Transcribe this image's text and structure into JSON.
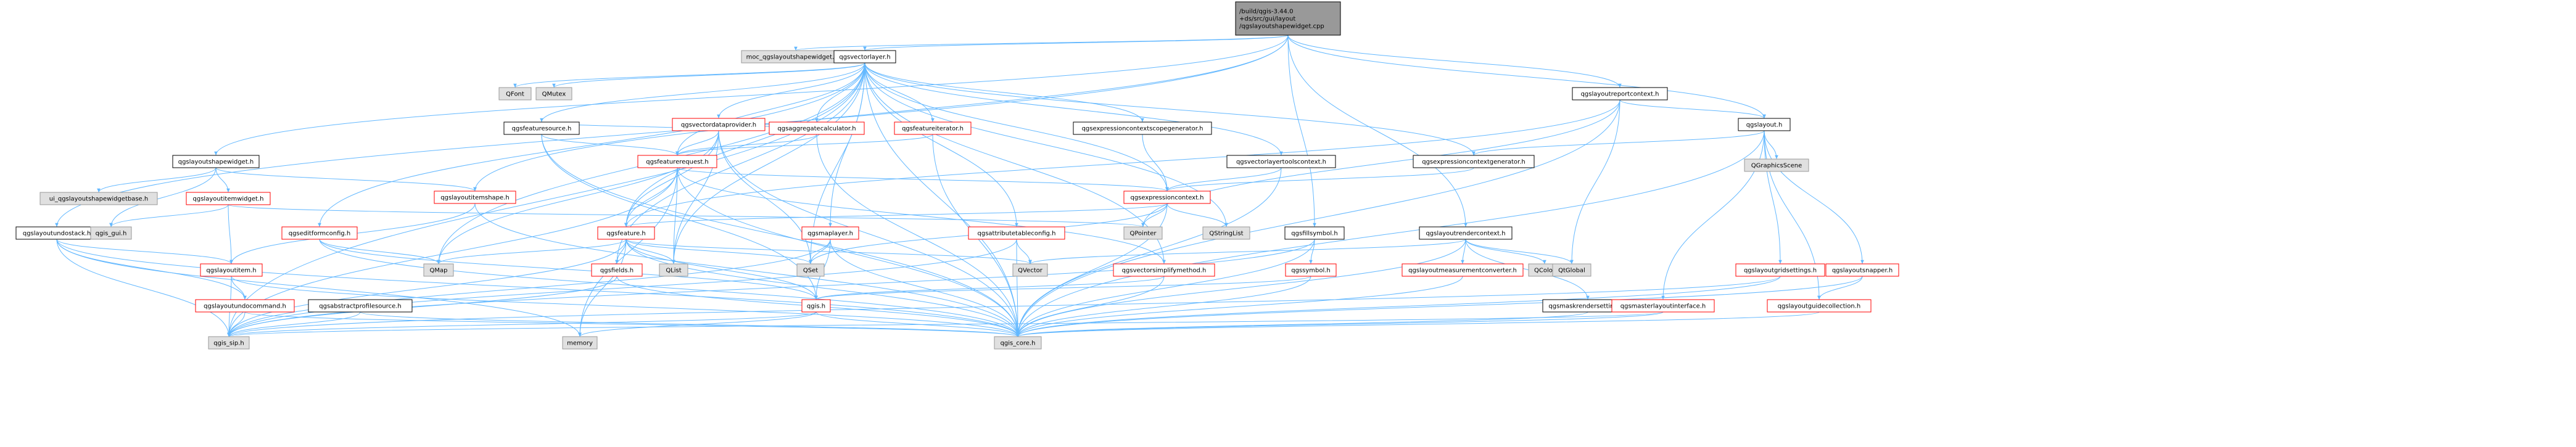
{
  "graph": {
    "colors": {
      "root_fill": "#999999",
      "normal_fill": "#ffffff",
      "normal_border": "#000000",
      "red_border": "#ff0000",
      "external_fill": "#e0e0e0",
      "external_border": "#999999",
      "edge": "#63b8ff"
    },
    "nodes": [
      {
        "id": "root",
        "lines": [
          "/build/qgis-3.44.0",
          "+ds/src/gui/layout",
          "/qgslayoutshapewidget.cpp"
        ],
        "kind": "root"
      },
      {
        "id": "moc",
        "lines": [
          "moc_qgslayoutshapewidget.cpp"
        ],
        "kind": "external"
      },
      {
        "id": "qgsvectorlayer_h",
        "lines": [
          "qgsvectorlayer.h"
        ],
        "kind": "normal"
      },
      {
        "id": "qgslayoutreportcontext_h",
        "lines": [
          "qgslayoutreportcontext.h"
        ],
        "kind": "normal"
      },
      {
        "id": "qgslayout_h",
        "lines": [
          "qgslayout.h"
        ],
        "kind": "normal"
      },
      {
        "id": "QGraphicsScene",
        "lines": [
          "QGraphicsScene"
        ],
        "kind": "external"
      },
      {
        "id": "QFont",
        "lines": [
          "QFont"
        ],
        "kind": "external"
      },
      {
        "id": "QMutex",
        "lines": [
          "QMutex"
        ],
        "kind": "external"
      },
      {
        "id": "qgsvectordataprovider_h",
        "lines": [
          "qgsvectordataprovider.h"
        ],
        "kind": "red"
      },
      {
        "id": "qgsfeaturesource_h",
        "lines": [
          "qgsfeaturesource.h"
        ],
        "kind": "normal"
      },
      {
        "id": "qgsaggregatecalculator_h",
        "lines": [
          "qgsaggregatecalculator.h"
        ],
        "kind": "red"
      },
      {
        "id": "qgsfeatureiterator_h",
        "lines": [
          "qgsfeatureiterator.h"
        ],
        "kind": "red"
      },
      {
        "id": "qgsexpressioncontextscopegenerator_h",
        "lines": [
          "qgsexpressioncontextscopegenerator.h"
        ],
        "kind": "normal"
      },
      {
        "id": "qgsvectorlayertoolscontext_h",
        "lines": [
          "qgsvectorlayertoolscontext.h"
        ],
        "kind": "normal"
      },
      {
        "id": "qgsexpressioncontextgenerator_h",
        "lines": [
          "qgsexpressioncontextgenerator.h"
        ],
        "kind": "normal"
      },
      {
        "id": "qgslayoutshapewidget_h",
        "lines": [
          "qgslayoutshapewidget.h"
        ],
        "kind": "normal"
      },
      {
        "id": "qgsfeaturerequest_h",
        "lines": [
          "qgsfeaturerequest.h"
        ],
        "kind": "red"
      },
      {
        "id": "ui_qgslayoutshapewidgetbase_h",
        "lines": [
          "ui_qgslayoutshapewidgetbase.h"
        ],
        "kind": "external"
      },
      {
        "id": "qgslayoutitemwidget_h",
        "lines": [
          "qgslayoutitemwidget.h"
        ],
        "kind": "red"
      },
      {
        "id": "qgslayoutitemshape_h",
        "lines": [
          "qgslayoutitemshape.h"
        ],
        "kind": "red"
      },
      {
        "id": "qgsexpressioncontext_h",
        "lines": [
          "qgsexpressioncontext.h"
        ],
        "kind": "red"
      },
      {
        "id": "qgslayoutundostack_h",
        "lines": [
          "qgslayoutundostack.h"
        ],
        "kind": "normal"
      },
      {
        "id": "qgs_gui_h",
        "lines": [
          "qgis_gui.h"
        ],
        "kind": "external"
      },
      {
        "id": "qgseditformconfig_h",
        "lines": [
          "qgseditformconfig.h"
        ],
        "kind": "red"
      },
      {
        "id": "qgsfeature_h",
        "lines": [
          "qgsfeature.h"
        ],
        "kind": "red"
      },
      {
        "id": "qgsmaplayer_h",
        "lines": [
          "qgsmaplayer.h"
        ],
        "kind": "red"
      },
      {
        "id": "qgsattributetableconfig_h",
        "lines": [
          "qgsattributetableconfig.h"
        ],
        "kind": "red"
      },
      {
        "id": "QPointer",
        "lines": [
          "QPointer"
        ],
        "kind": "external"
      },
      {
        "id": "QStringList",
        "lines": [
          "QStringList"
        ],
        "kind": "external"
      },
      {
        "id": "qgsfillsymbol_h",
        "lines": [
          "qgsfillsymbol.h"
        ],
        "kind": "normal"
      },
      {
        "id": "qgslayoutrendercontext_h",
        "lines": [
          "qgslayoutrendercontext.h"
        ],
        "kind": "normal"
      },
      {
        "id": "QColor",
        "lines": [
          "QColor"
        ],
        "kind": "external"
      },
      {
        "id": "QtGlobal",
        "lines": [
          "QtGlobal"
        ],
        "kind": "external"
      },
      {
        "id": "QMap",
        "lines": [
          "QMap"
        ],
        "kind": "external"
      },
      {
        "id": "QList",
        "lines": [
          "QList"
        ],
        "kind": "external"
      },
      {
        "id": "QSet",
        "lines": [
          "QSet"
        ],
        "kind": "external"
      },
      {
        "id": "QVector",
        "lines": [
          "QVector"
        ],
        "kind": "external"
      },
      {
        "id": "qgslayoutitem_h",
        "lines": [
          "qgslayoutitem.h"
        ],
        "kind": "red"
      },
      {
        "id": "qgsfields_h",
        "lines": [
          "qgsfields.h"
        ],
        "kind": "red"
      },
      {
        "id": "qgsvectorsimplifymethod_h",
        "lines": [
          "qgsvectorsimplifymethod.h"
        ],
        "kind": "red"
      },
      {
        "id": "qgssymbol_h",
        "lines": [
          "qgssymbol.h"
        ],
        "kind": "red"
      },
      {
        "id": "qgslayoutmeasurementconverter_h",
        "lines": [
          "qgslayoutmeasurementconverter.h"
        ],
        "kind": "red"
      },
      {
        "id": "qgslayoutgridsettings_h",
        "lines": [
          "qgslayoutgridsettings.h"
        ],
        "kind": "red"
      },
      {
        "id": "qgslayoutsnapper_h",
        "lines": [
          "qgslayoutsnapper.h"
        ],
        "kind": "red"
      },
      {
        "id": "qgslayoutundocommand_h",
        "lines": [
          "qgslayoutundocommand.h"
        ],
        "kind": "red"
      },
      {
        "id": "qgsabstractprofilesource_h",
        "lines": [
          "qgsabstractprofilesource.h"
        ],
        "kind": "normal"
      },
      {
        "id": "qgis_h",
        "lines": [
          "qgis.h"
        ],
        "kind": "red"
      },
      {
        "id": "qgsmaskrendersettings_h",
        "lines": [
          "qgsmaskrendersettings.h"
        ],
        "kind": "normal"
      },
      {
        "id": "qgsmasterlayoutinterface_h",
        "lines": [
          "qgsmasterlayoutinterface.h"
        ],
        "kind": "red"
      },
      {
        "id": "qgslayoutguidecollection_h",
        "lines": [
          "qgslayoutguidecollection.h"
        ],
        "kind": "red"
      },
      {
        "id": "qgis_sip_h",
        "lines": [
          "qgis_sip.h"
        ],
        "kind": "external"
      },
      {
        "id": "memory",
        "lines": [
          "memory"
        ],
        "kind": "external"
      },
      {
        "id": "qgis_core_h",
        "lines": [
          "qgis_core.h"
        ],
        "kind": "external"
      }
    ],
    "edges": [
      [
        "root",
        "moc"
      ],
      [
        "root",
        "qgsvectorlayer_h"
      ],
      [
        "root",
        "qgslayoutreportcontext_h"
      ],
      [
        "root",
        "qgslayout_h"
      ],
      [
        "root",
        "qgslayoutshapewidget_h"
      ],
      [
        "root",
        "qgslayoutitemshape_h"
      ],
      [
        "root",
        "qgslayoutundostack_h"
      ],
      [
        "root",
        "qgsfillsymbol_h"
      ],
      [
        "root",
        "qgslayoutrendercontext_h"
      ],
      [
        "qgsvectorlayer_h",
        "QFont"
      ],
      [
        "qgsvectorlayer_h",
        "QMutex"
      ],
      [
        "qgsvectorlayer_h",
        "qgsvectordataprovider_h"
      ],
      [
        "qgsvectorlayer_h",
        "qgsfeaturesource_h"
      ],
      [
        "qgsvectorlayer_h",
        "qgsaggregatecalculator_h"
      ],
      [
        "qgsvectorlayer_h",
        "qgsfeatureiterator_h"
      ],
      [
        "qgsvectorlayer_h",
        "qgsexpressioncontextscopegenerator_h"
      ],
      [
        "qgsvectorlayer_h",
        "qgsvectorlayertoolscontext_h"
      ],
      [
        "qgsvectorlayer_h",
        "qgsexpressioncontextgenerator_h"
      ],
      [
        "qgsvectorlayer_h",
        "qgsfeaturerequest_h"
      ],
      [
        "qgsvectorlayer_h",
        "qgseditformconfig_h"
      ],
      [
        "qgsvectorlayer_h",
        "qgsfeature_h"
      ],
      [
        "qgsvectorlayer_h",
        "qgsmaplayer_h"
      ],
      [
        "qgsvectorlayer_h",
        "qgsattributetableconfig_h"
      ],
      [
        "qgsvectorlayer_h",
        "QStringList"
      ],
      [
        "qgsvectorlayer_h",
        "QMap"
      ],
      [
        "qgsvectorlayer_h",
        "QList"
      ],
      [
        "qgsvectorlayer_h",
        "QSet"
      ],
      [
        "qgsvectorlayer_h",
        "qgsfields_h"
      ],
      [
        "qgsvectorlayer_h",
        "qgsvectorsimplifymethod_h"
      ],
      [
        "qgsvectorlayer_h",
        "qgis_core_h"
      ],
      [
        "qgsvectorlayer_h",
        "qgis_sip_h"
      ],
      [
        "qgsvectorlayer_h",
        "qgsexpressioncontext_h"
      ],
      [
        "qgslayoutreportcontext_h",
        "qgslayout_h"
      ],
      [
        "qgslayoutreportcontext_h",
        "QtGlobal"
      ],
      [
        "qgslayoutreportcontext_h",
        "QPointer"
      ],
      [
        "qgslayoutreportcontext_h",
        "qgsfeature_h"
      ],
      [
        "qgslayoutreportcontext_h",
        "qgis_core_h"
      ],
      [
        "qgslayout_h",
        "QGraphicsScene"
      ],
      [
        "qgslayout_h",
        "qgsexpressioncontextgenerator_h"
      ],
      [
        "qgslayout_h",
        "qgslayoutgridsettings_h"
      ],
      [
        "qgslayout_h",
        "qgslayoutsnapper_h"
      ],
      [
        "qgslayout_h",
        "qgslayoutguidecollection_h"
      ],
      [
        "qgslayout_h",
        "qgsmasterlayoutinterface_h"
      ],
      [
        "qgslayout_h",
        "qgis_core_h"
      ],
      [
        "qgsvectordataprovider_h",
        "qgsfeaturerequest_h"
      ],
      [
        "qgsvectordataprovider_h",
        "qgsaggregatecalculator_h"
      ],
      [
        "qgsvectordataprovider_h",
        "qgsfeature_h"
      ],
      [
        "qgsvectordataprovider_h",
        "QSet"
      ],
      [
        "qgsvectordataprovider_h",
        "QMap"
      ],
      [
        "qgsvectordataprovider_h",
        "QList"
      ],
      [
        "qgsvectordataprovider_h",
        "qgis_core_h"
      ],
      [
        "qgsvectordataprovider_h",
        "qgsfeaturesource_h"
      ],
      [
        "qgsfeaturesource_h",
        "qgsfeaturerequest_h"
      ],
      [
        "qgsfeaturesource_h",
        "qgis_core_h"
      ],
      [
        "qgsfeaturesource_h",
        "qgis_h"
      ],
      [
        "qgsaggregatecalculator_h",
        "qgsfeaturerequest_h"
      ],
      [
        "qgsaggregatecalculator_h",
        "qgis_core_h"
      ],
      [
        "qgsfeatureiterator_h",
        "qgsfeaturerequest_h"
      ],
      [
        "qgsfeatureiterator_h",
        "qgis_core_h"
      ],
      [
        "qgsexpressioncontextscopegenerator_h",
        "qgsexpressioncontext_h"
      ],
      [
        "qgsvectorlayertoolscontext_h",
        "qgsexpressioncontext_h"
      ],
      [
        "qgsvectorlayertoolscontext_h",
        "qgis_core_h"
      ],
      [
        "qgsexpressioncontextgenerator_h",
        "qgsexpressioncontext_h"
      ],
      [
        "qgslayoutshapewidget_h",
        "ui_qgslayoutshapewidgetbase_h"
      ],
      [
        "qgslayoutshapewidget_h",
        "qgslayoutitemwidget_h"
      ],
      [
        "qgslayoutshapewidget_h",
        "qgslayoutitemshape_h"
      ],
      [
        "qgslayoutshapewidget_h",
        "qgs_gui_h"
      ],
      [
        "qgsfeaturerequest_h",
        "qgsfeature_h"
      ],
      [
        "qgsfeaturerequest_h",
        "qgsexpressioncontext_h"
      ],
      [
        "qgsfeaturerequest_h",
        "QList"
      ],
      [
        "qgsfeaturerequest_h",
        "memory"
      ],
      [
        "qgsfeaturerequest_h",
        "qgis_core_h"
      ],
      [
        "qgsfeaturerequest_h",
        "qgis_sip_h"
      ],
      [
        "qgsfeaturerequest_h",
        "qgsvectorsimplifymethod_h"
      ],
      [
        "qgslayoutitemwidget_h",
        "qgs_gui_h"
      ],
      [
        "qgslayoutitemwidget_h",
        "qgslayoutitem_h"
      ],
      [
        "qgslayoutitemwidget_h",
        "QPointer"
      ],
      [
        "qgslayoutitemshape_h",
        "qgslayoutitem_h"
      ],
      [
        "qgslayoutitemshape_h",
        "qgis_core_h"
      ],
      [
        "qgsexpressioncontext_h",
        "qgsfeature_h"
      ],
      [
        "qgsexpressioncontext_h",
        "QStringList"
      ],
      [
        "qgsexpressioncontext_h",
        "QPointer"
      ],
      [
        "qgsexpressioncontext_h",
        "QSet"
      ],
      [
        "qgsexpressioncontext_h",
        "qgis_core_h"
      ],
      [
        "qgslayoutundostack_h",
        "qgslayoutitem_h"
      ],
      [
        "qgslayoutundostack_h",
        "qgslayoutundocommand_h"
      ],
      [
        "qgslayoutundostack_h",
        "qgis_core_h"
      ],
      [
        "qgslayoutundostack_h",
        "qgis_sip_h"
      ],
      [
        "qgslayoutundostack_h",
        "memory"
      ],
      [
        "qgseditformconfig_h",
        "QMap"
      ],
      [
        "qgseditformconfig_h",
        "qgis_core_h"
      ],
      [
        "qgseditformconfig_h",
        "qgis_h"
      ],
      [
        "qgsfeature_h",
        "QMap"
      ],
      [
        "qgsfeature_h",
        "QList"
      ],
      [
        "qgsfeature_h",
        "QSet"
      ],
      [
        "qgsfeature_h",
        "QVector"
      ],
      [
        "qgsfeature_h",
        "memory"
      ],
      [
        "qgsfeature_h",
        "qgsfields_h"
      ],
      [
        "qgsfeature_h",
        "qgis_core_h"
      ],
      [
        "qgsfeature_h",
        "qgis_sip_h"
      ],
      [
        "qgsfeature_h",
        "qgis_h"
      ],
      [
        "qgsmaplayer_h",
        "QSet"
      ],
      [
        "qgsmaplayer_h",
        "qgis_h"
      ],
      [
        "qgsmaplayer_h",
        "qgis_core_h"
      ],
      [
        "qgsmaplayer_h",
        "qgis_sip_h"
      ],
      [
        "qgsattributetableconfig_h",
        "QVector"
      ],
      [
        "qgsattributetableconfig_h",
        "qgis_core_h"
      ],
      [
        "qgsattributetableconfig_h",
        "qgis_sip_h"
      ],
      [
        "qgsfillsymbol_h",
        "qgssymbol_h"
      ],
      [
        "qgsfillsymbol_h",
        "qgis_core_h"
      ],
      [
        "qgsfillsymbol_h",
        "qgis_sip_h"
      ],
      [
        "qgslayoutrendercontext_h",
        "QColor"
      ],
      [
        "qgslayoutrendercontext_h",
        "QtGlobal"
      ],
      [
        "qgslayoutrendercontext_h",
        "qgslayoutmeasurementconverter_h"
      ],
      [
        "qgslayoutrendercontext_h",
        "qgsmaskrendersettings_h"
      ],
      [
        "qgslayoutrendercontext_h",
        "qgis_core_h"
      ],
      [
        "qgslayoutrendercontext_h",
        "QVector"
      ],
      [
        "qgslayoutitem_h",
        "qgslayoutundocommand_h"
      ],
      [
        "qgslayoutitem_h",
        "qgis_core_h"
      ],
      [
        "qgslayoutitem_h",
        "qgis_sip_h"
      ],
      [
        "qgsfields_h",
        "qgis_core_h"
      ],
      [
        "qgsfields_h",
        "qgis_sip_h"
      ],
      [
        "qgsvectorsimplifymethod_h",
        "qgis_core_h"
      ],
      [
        "qgsvectorsimplifymethod_h",
        "qgis_h"
      ],
      [
        "qgssymbol_h",
        "qgis_core_h"
      ],
      [
        "qgssymbol_h",
        "qgis_h"
      ],
      [
        "qgslayoutmeasurementconverter_h",
        "qgis_core_h"
      ],
      [
        "qgslayoutgridsettings_h",
        "qgis_core_h"
      ],
      [
        "qgslayoutgridsettings_h",
        "qgis_sip_h"
      ],
      [
        "qgslayoutsnapper_h",
        "qgslayoutguidecollection_h"
      ],
      [
        "qgslayoutsnapper_h",
        "qgis_core_h"
      ],
      [
        "qgslayoutundocommand_h",
        "qgis_core_h"
      ],
      [
        "qgslayoutundocommand_h",
        "qgis_sip_h"
      ],
      [
        "qgsabstractprofilesource_h",
        "qgis_core_h"
      ],
      [
        "qgsabstractprofilesource_h",
        "qgis_sip_h"
      ],
      [
        "qgis_h",
        "qgis_core_h"
      ],
      [
        "qgis_h",
        "qgis_sip_h"
      ],
      [
        "qgis_h",
        "memory"
      ],
      [
        "qgsmaskrendersettings_h",
        "qgis_core_h"
      ],
      [
        "qgsmasterlayoutinterface_h",
        "qgis_core_h"
      ],
      [
        "qgsmasterlayoutinterface_h",
        "qgis_sip_h"
      ],
      [
        "qgslayoutguidecollection_h",
        "qgis_core_h"
      ]
    ]
  }
}
